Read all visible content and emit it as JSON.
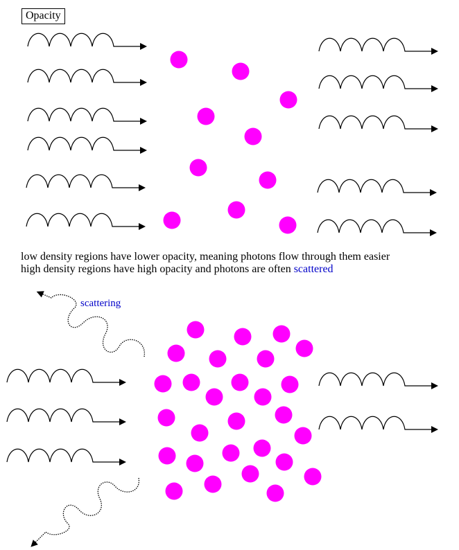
{
  "title": "Opacity",
  "captions": {
    "line1": "low density regions have lower opacity, meaning photons flow through them easier",
    "line2_before": "high density regions have high opacity and photons are often ",
    "line2_highlight": "scattered"
  },
  "scatter_label": "scattering",
  "colors": {
    "particle": "#ff00ff",
    "highlight": "#0000c8",
    "wave": "#000000"
  }
}
